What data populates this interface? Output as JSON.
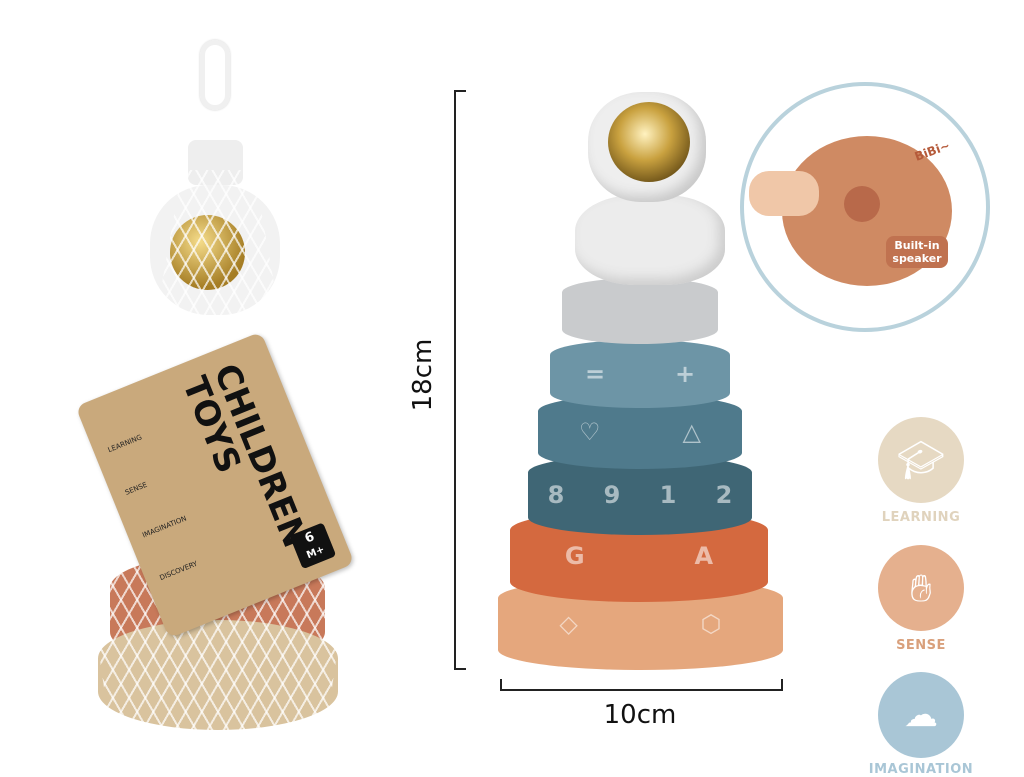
{
  "dimensions": {
    "height": "18cm",
    "width": "10cm"
  },
  "tag": {
    "title_line1": "CHILDREN",
    "title_line2": "TOYS",
    "age": "6",
    "age_unit": "M+",
    "features": [
      "LEARNING",
      "SENSE",
      "IMAGINATION",
      "DISCOVERY"
    ]
  },
  "callout": {
    "sound": "BiBi~",
    "speaker_label": "Built-in speaker"
  },
  "ring_symbols": {
    "blue_light": [
      "=",
      "+"
    ],
    "blue": [
      "♡",
      "△"
    ],
    "teal": [
      "8",
      "9",
      "1",
      "2"
    ],
    "orange": [
      "G",
      "A"
    ],
    "peach": [
      "◇",
      "⬡"
    ]
  },
  "badge_panel": {
    "items": [
      {
        "label": "LEARNING",
        "icon": "graduation-cap-icon",
        "color": "#e6d9c3"
      },
      {
        "label": "SENSE",
        "icon": "hand-icon",
        "color": "#e5b08e"
      },
      {
        "label": "IMAGINATION",
        "icon": "brain-icon",
        "color": "#a9c6d6"
      }
    ]
  }
}
